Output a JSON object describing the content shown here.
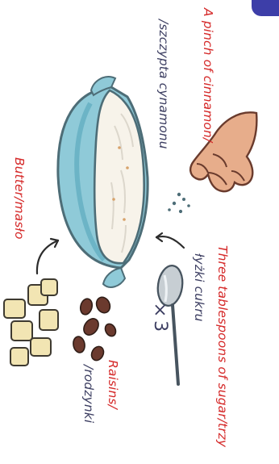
{
  "illustration": {
    "labels": {
      "cinnamon_en": "A pinch of cinnamon/",
      "cinnamon_pl": "/szczypta cynamonu",
      "butter": "Butter/masło",
      "sugar_en": "Three tablespoons of sugar/trzy",
      "sugar_pl": "łyżki cukru",
      "raisins_en": "Raisins/",
      "raisins_pl": "/rodzynki",
      "multiplier": "×3"
    },
    "colors": {
      "label_red": "#d52929",
      "label_blue": "#3d3f62",
      "bowl": "#8fcad8",
      "bowl_outline": "#4d6d77",
      "rice": "#f7f3ea",
      "hand": "#e7ad8b",
      "spoon": "#c7ced3",
      "butter": "#f2e5b3",
      "raisin": "#6b3a2e",
      "accent": "#3d3ea8"
    },
    "icons": [
      "bowl-icon",
      "hand-icon",
      "spoon-icon",
      "butter-icon",
      "raisin-icon",
      "arrow-icon"
    ]
  }
}
